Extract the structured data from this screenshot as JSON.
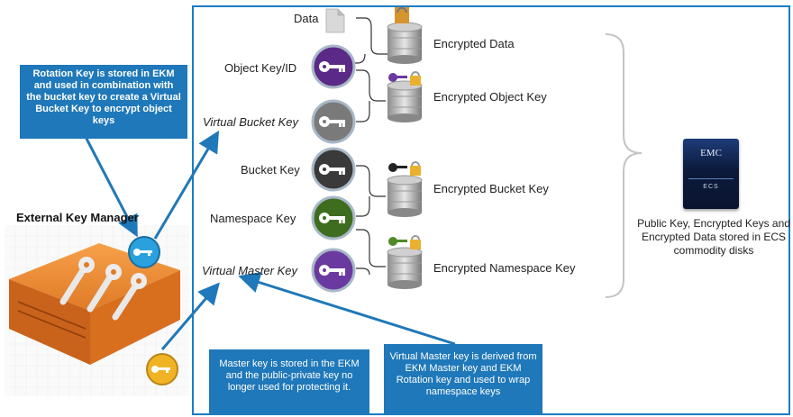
{
  "keys": {
    "data": "Data",
    "object_key": "Object Key/ID",
    "virtual_bucket_key": "Virtual Bucket Key",
    "bucket_key": "Bucket Key",
    "namespace_key": "Namespace Key",
    "virtual_master_key": "Virtual Master Key"
  },
  "encrypted": {
    "data": "Encrypted Data",
    "object_key": "Encrypted Object Key",
    "bucket_key": "Encrypted Bucket Key",
    "namespace_key": "Encrypted Namespace Key"
  },
  "ekm": {
    "title": "External Key Manager",
    "rotation_callout": "Rotation Key is stored in EKM and used in combination with the bucket key to create a Virtual Bucket Key to encrypt object keys",
    "master_callout": "Master key is stored in the EKM and the public-private key no longer used for protecting it."
  },
  "virtual_master_callout": "Virtual Master key is derived from EKM Master key and EKM Rotation key and used to wrap namespace keys",
  "ecs": {
    "logo": "EMC",
    "sublabel": "ECS",
    "caption": "Public Key, Encrypted Keys and Encrypted Data stored in ECS commodity disks"
  },
  "colors": {
    "frame_blue": "#1a7cc4",
    "callout_blue": "#1f78b9",
    "object_key_purple": "#5b2a86",
    "virtual_bucket_gray": "#7a7a7a",
    "bucket_key_black": "#222222",
    "namespace_green": "#3f6d1f",
    "virtual_master_purple": "#6b3aa0",
    "server_orange": "#e07a26",
    "rotation_key_blue": "#2aa1dd",
    "master_key_yellow": "#f0b323"
  }
}
